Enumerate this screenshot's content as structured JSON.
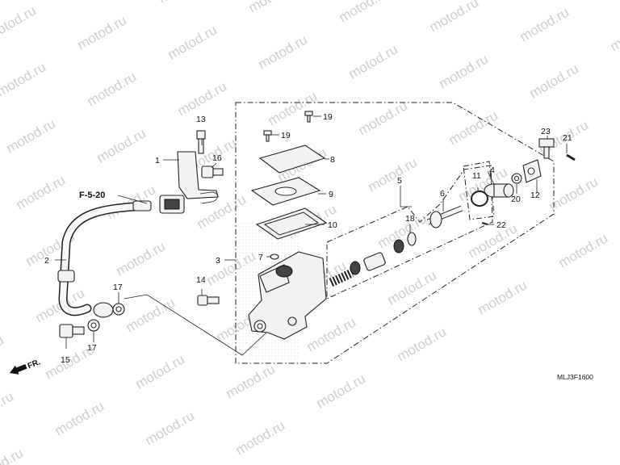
{
  "watermark": {
    "text": "motod.ru"
  },
  "diagram_code": "MLJ3F1600",
  "reference": "F-5-20",
  "direction": {
    "label": "FR."
  },
  "callouts": {
    "c1": "1",
    "c2": "2",
    "c3": "3",
    "c4": "4",
    "c5": "5",
    "c6": "6",
    "c7": "7",
    "c8": "8",
    "c9": "9",
    "c10": "10",
    "c11": "11",
    "c12": "12",
    "c13": "13",
    "c14": "14",
    "c15": "15",
    "c16": "16",
    "c17a": "17",
    "c17b": "17",
    "c18": "18",
    "c19a": "19",
    "c19b": "19",
    "c20": "20",
    "c21": "21",
    "c22": "22",
    "c23": "23"
  }
}
